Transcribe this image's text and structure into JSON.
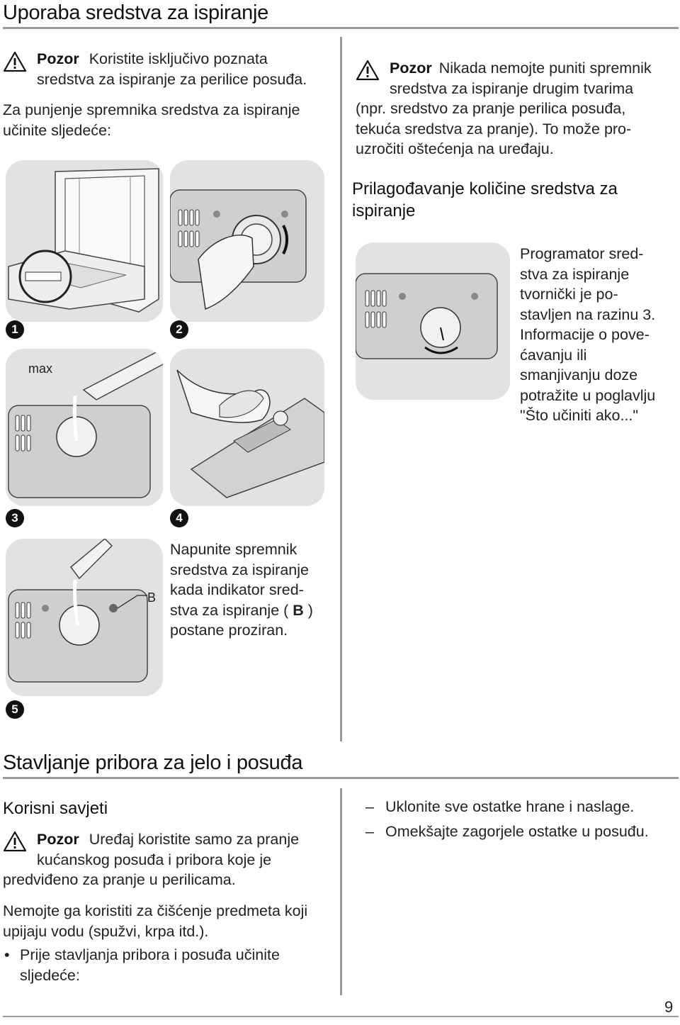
{
  "section1": {
    "title": "Uporaba sredstva za ispiranje",
    "warn1_title": "Pozor",
    "warn1_text_line1": "Koristite isključivo poznata",
    "warn1_text_line2": "sredstva za ispiranje za perilice posuđa.",
    "intro_line1": "Za punjenje spremnika sredstva za ispiranje",
    "intro_line2": "učinite sljedeće:",
    "steps": [
      "1",
      "2",
      "3",
      "4",
      "5"
    ],
    "max_label": "max",
    "indicator_label": "B",
    "step5_line1": "Napunite spremnik",
    "step5_line2": "sredstva za ispiranje",
    "step5_line3": "kada indikator sred-",
    "step5_line4_pre": "stva za ispiranje ( ",
    "step5_line4_b": "B",
    "step5_line4_post": " )",
    "step5_line5": "postane proziran.",
    "warn2_title": "Pozor",
    "warn2_line1": "Nikada nemojte puniti spremnik",
    "warn2_line2": "sredstva za ispiranje drugim tvarima",
    "warn2_line3": "(npr. sredstvo za pranje perilica posuđa,",
    "warn2_line4": "tekuća sredstva za pranje). To može pro-",
    "warn2_line5": "uzročiti oštećenja na uređaju.",
    "sub_title_line1": "Prilagođavanje količine sredstva za",
    "sub_title_line2": "ispiranje",
    "adjust_lines": [
      "Programator sred-",
      "stva za ispiranje",
      "tvornički je po-",
      "stavljen na razinu 3.",
      "Informacije o pove-",
      "ćavanju ili",
      "smanjivanju doze",
      "potražite u poglavlju",
      "\"Što učiniti ako...\""
    ]
  },
  "section2": {
    "title": "Stavljanje pribora za jelo i posuđa",
    "sub_title": "Korisni savjeti",
    "warn_title": "Pozor",
    "warn_line1": "Uređaj koristite samo za pranje",
    "warn_line2": "kućanskog posuđa i pribora koje je",
    "warn_line3": "predviđeno za pranje u perilicama.",
    "para_line1": "Nemojte ga koristiti za čišćenje predmeta koji",
    "para_line2": "upijaju vodu (spužvi, krpa itd.).",
    "bullet_line1": "Prije stavljanja pribora i posuđa učinite",
    "bullet_line2": "sljedeće:",
    "dash_items": [
      "Uklonite sve ostatke hrane i naslage.",
      "Omekšajte zagorjele ostatke u posuđu."
    ]
  },
  "page_number": "9"
}
